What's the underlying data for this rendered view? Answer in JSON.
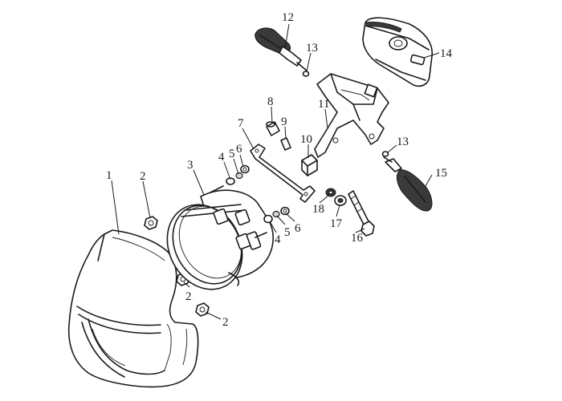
{
  "callouts": [
    {
      "id": "c1",
      "text": "1"
    },
    {
      "id": "c2a",
      "text": "2"
    },
    {
      "id": "c2b",
      "text": "2"
    },
    {
      "id": "c2c",
      "text": "2"
    },
    {
      "id": "c3",
      "text": "3"
    },
    {
      "id": "c4a",
      "text": "4"
    },
    {
      "id": "c5a",
      "text": "5"
    },
    {
      "id": "c6a",
      "text": "6"
    },
    {
      "id": "c4b",
      "text": "4"
    },
    {
      "id": "c5b",
      "text": "5"
    },
    {
      "id": "c6b",
      "text": "6"
    },
    {
      "id": "c7",
      "text": "7"
    },
    {
      "id": "c8",
      "text": "8"
    },
    {
      "id": "c9",
      "text": "9"
    },
    {
      "id": "c10",
      "text": "10"
    },
    {
      "id": "c11",
      "text": "11"
    },
    {
      "id": "c12",
      "text": "12"
    },
    {
      "id": "c13a",
      "text": "13"
    },
    {
      "id": "c13b",
      "text": "13"
    },
    {
      "id": "c14",
      "text": "14"
    },
    {
      "id": "c15",
      "text": "15"
    },
    {
      "id": "c16",
      "text": "16"
    },
    {
      "id": "c17",
      "text": "17"
    },
    {
      "id": "c18",
      "text": "18"
    }
  ]
}
